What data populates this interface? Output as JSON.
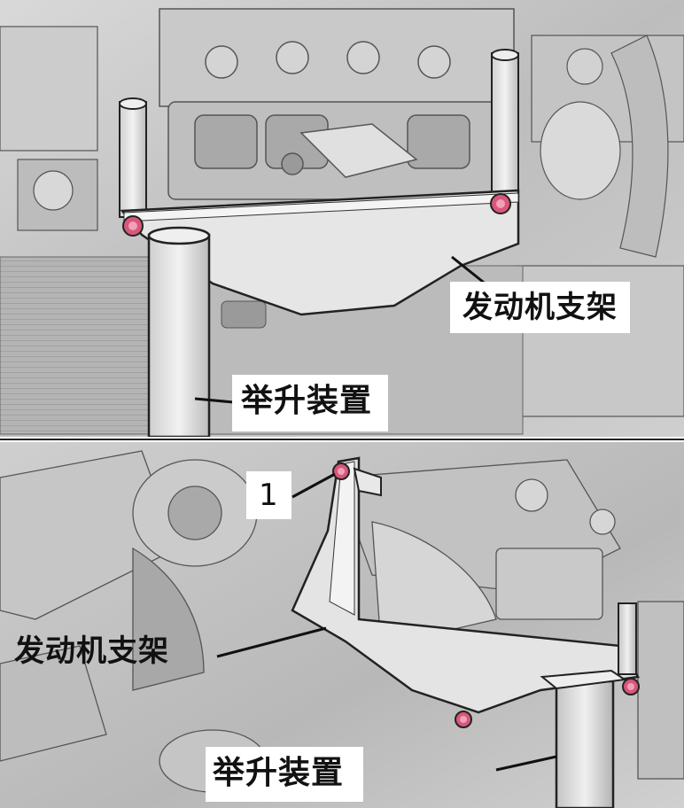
{
  "figure": {
    "top_panel": {
      "labels": {
        "engine_bracket": "发动机支架",
        "lifting_device": "举升装置"
      }
    },
    "bottom_panel": {
      "labels": {
        "callout_number": "1",
        "engine_bracket": "发动机支架",
        "lifting_device": "举升装置"
      }
    }
  },
  "colors": {
    "line_art": "#2a2a2a",
    "metal_light": "#e6e6e6",
    "metal_mid": "#c8c8c8",
    "bolt_highlight": "#d8577a"
  }
}
